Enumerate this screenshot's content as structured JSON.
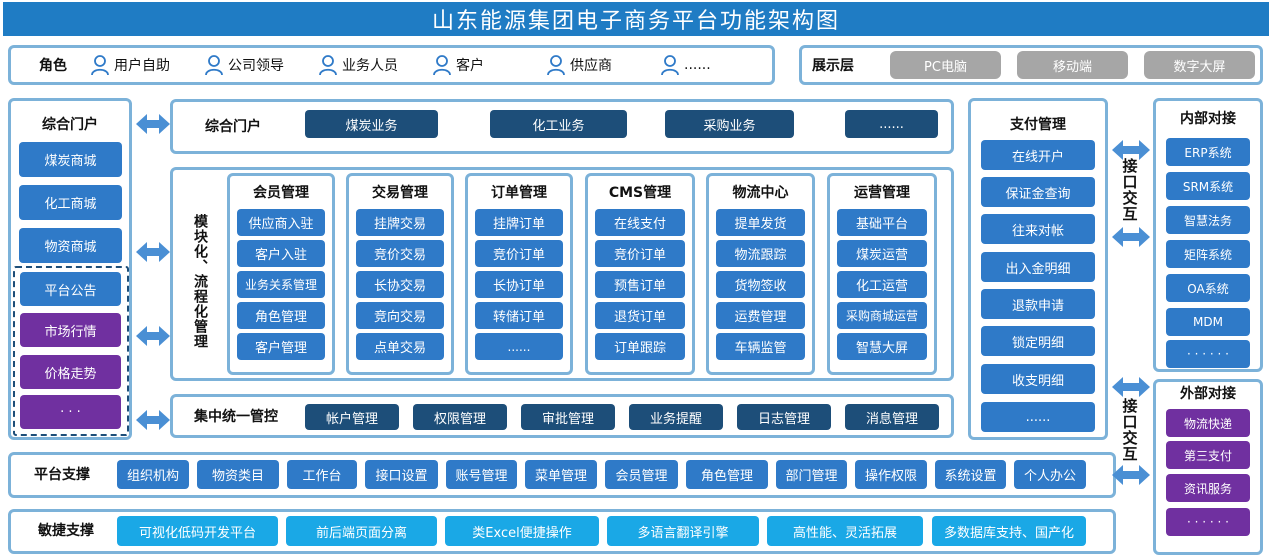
{
  "title": "山东能源集团电子商务平台功能架构图",
  "roles": {
    "label": "角色",
    "items": [
      "用户自助",
      "公司领导",
      "业务人员",
      "客户",
      "供应商",
      "......"
    ]
  },
  "display": {
    "label": "展示层",
    "items": [
      "PC电脑",
      "移动端",
      "数字大屏"
    ]
  },
  "left_portal": {
    "title": "综合门户",
    "items": [
      "煤炭商城",
      "化工商城",
      "物资商城"
    ],
    "dashed_items": [
      "平台公告",
      "市场行情",
      "价格走势",
      "· · ·"
    ]
  },
  "portal_row": {
    "label": "综合门户",
    "items": [
      "煤炭业务",
      "化工业务",
      "采购业务",
      "......"
    ]
  },
  "modular_label": "模块化、流程化管理",
  "modules": [
    {
      "title": "会员管理",
      "items": [
        "供应商入驻",
        "客户入驻",
        "业务关系管理",
        "角色管理",
        "客户管理"
      ]
    },
    {
      "title": "交易管理",
      "items": [
        "挂牌交易",
        "竞价交易",
        "长协交易",
        "竞向交易",
        "点单交易"
      ]
    },
    {
      "title": "订单管理",
      "items": [
        "挂牌订单",
        "竞价订单",
        "长协订单",
        "转储订单",
        "......"
      ]
    },
    {
      "title": "CMS管理",
      "items": [
        "在线支付",
        "竞价订单",
        "预售订单",
        "退货订单",
        "订单跟踪"
      ]
    },
    {
      "title": "物流中心",
      "items": [
        "提单发货",
        "物流跟踪",
        "货物签收",
        "运费管理",
        "车辆监管"
      ]
    },
    {
      "title": "运营管理",
      "items": [
        "基础平台",
        "煤炭运营",
        "化工运营",
        "采购商城运营",
        "智慧大屏"
      ]
    }
  ],
  "central": {
    "label": "集中统一管控",
    "items": [
      "帐户管理",
      "权限管理",
      "审批管理",
      "业务提醒",
      "日志管理",
      "消息管理"
    ]
  },
  "payment": {
    "title": "支付管理",
    "items": [
      "在线开户",
      "保证金查询",
      "往来对帐",
      "出入金明细",
      "退款申请",
      "锁定明细",
      "收支明细",
      "......"
    ]
  },
  "interface_label": "接口交互",
  "internal": {
    "title": "内部对接",
    "items": [
      "ERP系统",
      "SRM系统",
      "智慧法务",
      "矩阵系统",
      "OA系统",
      "MDM",
      "· · · · · ·"
    ]
  },
  "external": {
    "title": "外部对接",
    "items": [
      "物流快递",
      "第三支付",
      "资讯服务",
      "· · · · · ·"
    ]
  },
  "platform": {
    "label": "平台支撑",
    "items": [
      "组织机构",
      "物资类目",
      "工作台",
      "接口设置",
      "账号管理",
      "菜单管理",
      "会员管理",
      "角色管理",
      "部门管理",
      "操作权限",
      "系统设置",
      "个人办公"
    ]
  },
  "agile": {
    "label": "敏捷支撑",
    "items": [
      "可视化低码开发平台",
      "前后端页面分离",
      "类Excel便捷操作",
      "多语言翻译引擎",
      "高性能、灵活拓展",
      "多数据库支持、国产化"
    ]
  }
}
